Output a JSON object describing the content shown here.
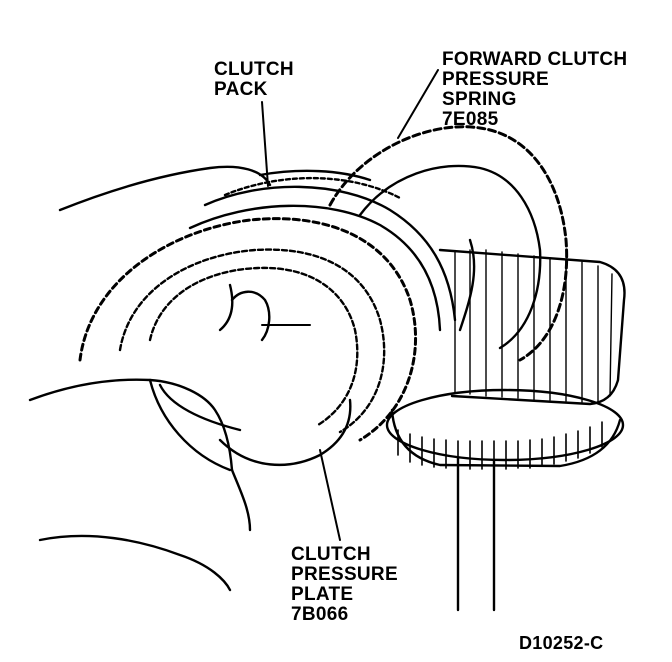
{
  "figure_id": "D10252-C",
  "labels": {
    "clutch_pack": [
      "CLUTCH",
      "PACK"
    ],
    "forward_clutch_pressure_spring": [
      "FORWARD CLUTCH",
      "PRESSURE",
      "SPRING",
      "7E085"
    ],
    "clutch_pressure_plate": [
      "CLUTCH",
      "PRESSURE",
      "PLATE",
      "7B066"
    ]
  }
}
